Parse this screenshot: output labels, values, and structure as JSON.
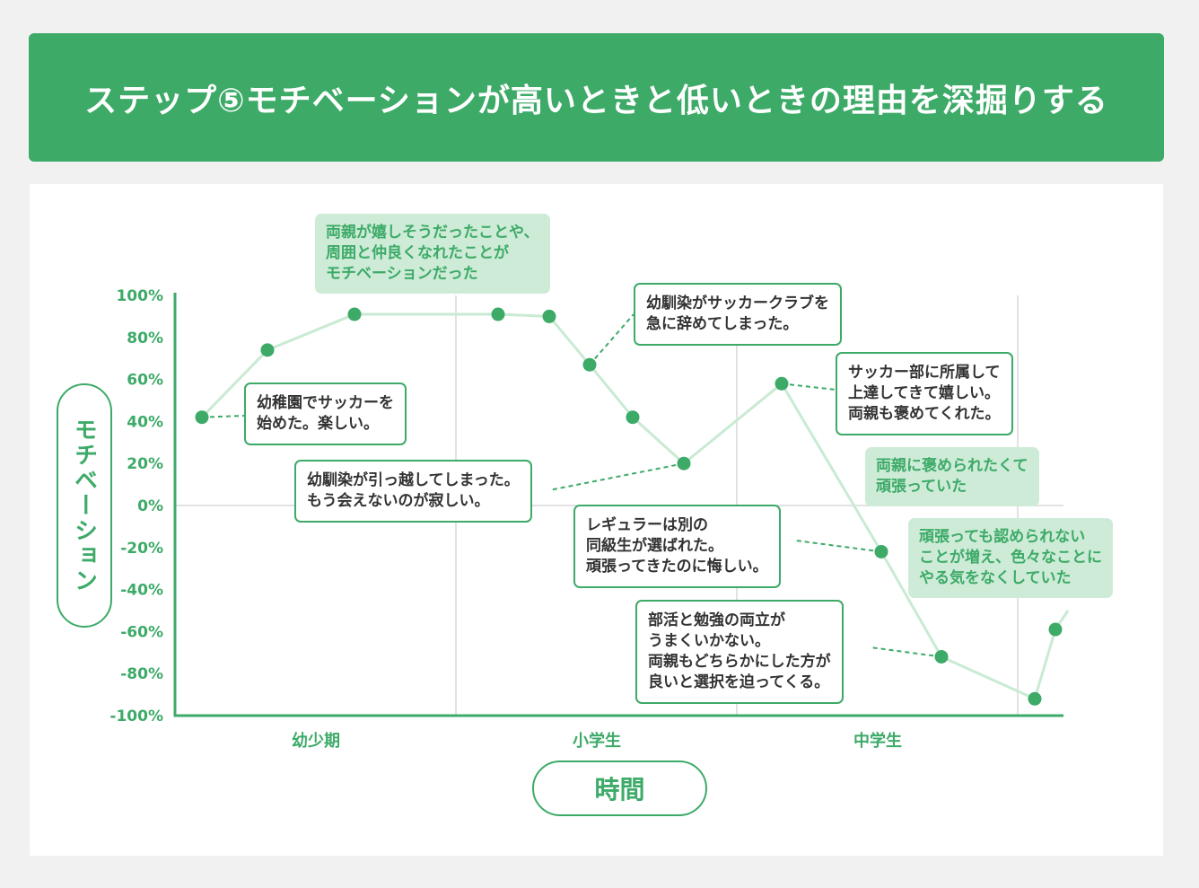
{
  "header": {
    "title": "ステップ⑤モチベーションが高いときと低いときの理由を深掘りする"
  },
  "colors": {
    "accent": "#3daa68",
    "line": "#c9ead3",
    "note_fill": "#cdebd6",
    "grid": "#d9d9d9"
  },
  "chart_data": {
    "type": "line",
    "title": "",
    "xlabel": "時間",
    "ylabel": "モチベーション",
    "ylim": [
      -100,
      100
    ],
    "yticks": [
      "100%",
      "80%",
      "60%",
      "40%",
      "20%",
      "0%",
      "-20%",
      "-40%",
      "-60%",
      "-80%",
      "-100%"
    ],
    "xticks": [
      "幼少期",
      "小学生",
      "中学生"
    ],
    "grid": true,
    "series": [
      {
        "values": [
          42,
          74,
          91,
          91,
          90,
          67,
          42,
          20,
          58,
          -22,
          -72,
          -92,
          -59,
          -50
        ]
      }
    ],
    "annotations": [
      {
        "lines": [
          "幼稚園でサッカーを",
          "始めた。楽しい。"
        ],
        "style": "box"
      },
      {
        "lines": [
          "両親が嬉しそうだったことや、",
          "周囲と仲良くなれたことが",
          "モチベーションだった"
        ],
        "style": "note"
      },
      {
        "lines": [
          "幼馴染がサッカークラブを",
          "急に辞めてしまった。"
        ],
        "style": "box"
      },
      {
        "lines": [
          "幼馴染が引っ越してしまった。",
          "もう会えないのが寂しい。"
        ],
        "style": "box"
      },
      {
        "lines": [
          "サッカー部に所属して",
          "上達してきて嬉しい。",
          "両親も褒めてくれた。"
        ],
        "style": "box"
      },
      {
        "lines": [
          "両親に褒められたくて",
          "頑張っていた"
        ],
        "style": "note"
      },
      {
        "lines": [
          "レギュラーは別の",
          "同級生が選ばれた。",
          "頑張ってきたのに悔しい。"
        ],
        "style": "box"
      },
      {
        "lines": [
          "頑張っても認められない",
          "ことが増え、色々なことに",
          "やる気をなくしていた"
        ],
        "style": "note"
      },
      {
        "lines": [
          "部活と勉強の両立が",
          "うまくいかない。",
          "両親もどちらかにした方が",
          "良いと選択を迫ってくる。"
        ],
        "style": "box"
      }
    ]
  }
}
